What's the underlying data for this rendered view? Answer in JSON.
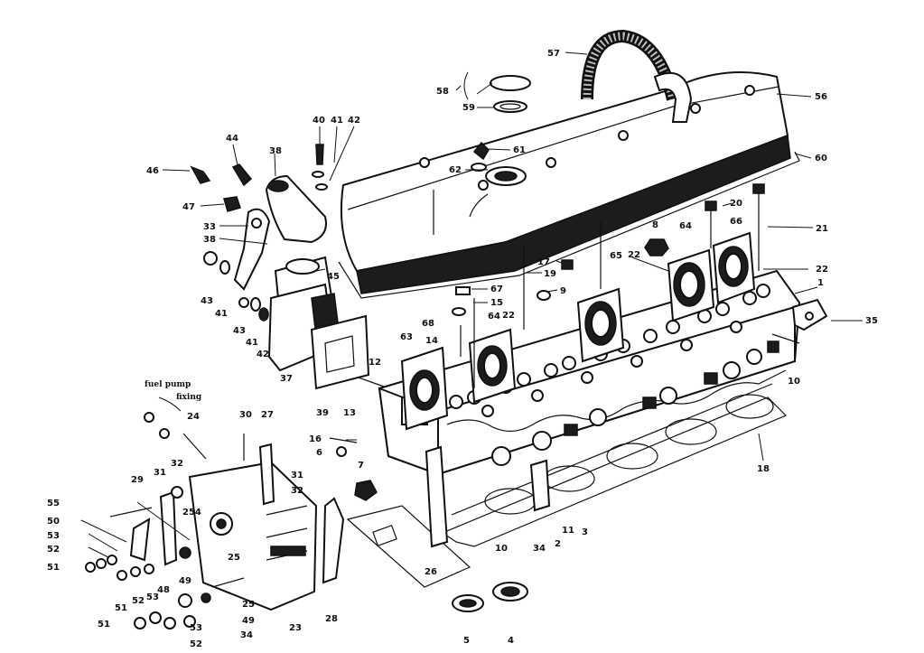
{
  "notes": {
    "fuel_pump_line1": "fuel pump",
    "fuel_pump_line2": "fixing"
  },
  "labels": [
    {
      "id": "l37top",
      "text": "57"
    },
    {
      "id": "l58",
      "text": "58"
    },
    {
      "id": "l59",
      "text": "59"
    },
    {
      "id": "l56",
      "text": "56"
    },
    {
      "id": "l60",
      "text": "60"
    },
    {
      "id": "l61",
      "text": "61"
    },
    {
      "id": "l62",
      "text": "62"
    },
    {
      "id": "l40",
      "text": "40"
    },
    {
      "id": "l41a",
      "text": "41"
    },
    {
      "id": "l42a",
      "text": "42"
    },
    {
      "id": "l44",
      "text": "44"
    },
    {
      "id": "l38a",
      "text": "38"
    },
    {
      "id": "l46",
      "text": "46"
    },
    {
      "id": "l47",
      "text": "47"
    },
    {
      "id": "l33a",
      "text": "33"
    },
    {
      "id": "l38b",
      "text": "38"
    },
    {
      "id": "l45",
      "text": "45"
    },
    {
      "id": "l43a",
      "text": "43"
    },
    {
      "id": "l41b",
      "text": "41"
    },
    {
      "id": "l43b",
      "text": "43"
    },
    {
      "id": "l41c",
      "text": "41"
    },
    {
      "id": "l42b",
      "text": "42"
    },
    {
      "id": "l37",
      "text": "37"
    },
    {
      "id": "l39",
      "text": "39"
    },
    {
      "id": "l13a",
      "text": "13"
    },
    {
      "id": "l12",
      "text": "12"
    },
    {
      "id": "l20",
      "text": "20"
    },
    {
      "id": "l21",
      "text": "21"
    },
    {
      "id": "l8",
      "text": "8"
    },
    {
      "id": "l64a",
      "text": "64"
    },
    {
      "id": "l66",
      "text": "66"
    },
    {
      "id": "l22a",
      "text": "22"
    },
    {
      "id": "l65",
      "text": "65"
    },
    {
      "id": "l22b",
      "text": "22"
    },
    {
      "id": "l17",
      "text": "17"
    },
    {
      "id": "l19",
      "text": "19"
    },
    {
      "id": "l67",
      "text": "67"
    },
    {
      "id": "l15",
      "text": "15"
    },
    {
      "id": "l9",
      "text": "9"
    },
    {
      "id": "l68",
      "text": "68"
    },
    {
      "id": "l64b",
      "text": "64"
    },
    {
      "id": "l22c",
      "text": "22"
    },
    {
      "id": "l14",
      "text": "14"
    },
    {
      "id": "l63",
      "text": "63"
    },
    {
      "id": "l1",
      "text": "1"
    },
    {
      "id": "l35",
      "text": "35"
    },
    {
      "id": "l10a",
      "text": "10"
    },
    {
      "id": "l16",
      "text": "16"
    },
    {
      "id": "l6",
      "text": "6"
    },
    {
      "id": "l7",
      "text": "7"
    },
    {
      "id": "l18",
      "text": "18"
    },
    {
      "id": "l2",
      "text": "2"
    },
    {
      "id": "l11",
      "text": "11"
    },
    {
      "id": "l3",
      "text": "3"
    },
    {
      "id": "l10b",
      "text": "10"
    },
    {
      "id": "l34a",
      "text": "34"
    },
    {
      "id": "l26",
      "text": "26"
    },
    {
      "id": "l5",
      "text": "5"
    },
    {
      "id": "l4",
      "text": "4"
    },
    {
      "id": "l24",
      "text": "24"
    },
    {
      "id": "l30",
      "text": "30"
    },
    {
      "id": "l27",
      "text": "27"
    },
    {
      "id": "l29",
      "text": "29"
    },
    {
      "id": "l31a",
      "text": "31"
    },
    {
      "id": "l32a",
      "text": "32"
    },
    {
      "id": "l31b",
      "text": "31"
    },
    {
      "id": "l32b",
      "text": "32"
    },
    {
      "id": "l55",
      "text": "55"
    },
    {
      "id": "l50",
      "text": "50"
    },
    {
      "id": "l53a",
      "text": "53"
    },
    {
      "id": "l52a",
      "text": "52"
    },
    {
      "id": "l51a",
      "text": "51"
    },
    {
      "id": "l254",
      "text": "254"
    },
    {
      "id": "l25a",
      "text": "25"
    },
    {
      "id": "l49a",
      "text": "49"
    },
    {
      "id": "l48",
      "text": "48"
    },
    {
      "id": "l51b",
      "text": "51"
    },
    {
      "id": "l52b",
      "text": "52"
    },
    {
      "id": "l53b",
      "text": "53"
    },
    {
      "id": "l25b",
      "text": "25"
    },
    {
      "id": "l49b",
      "text": "49"
    },
    {
      "id": "l23",
      "text": "23"
    },
    {
      "id": "l28",
      "text": "28"
    },
    {
      "id": "l51c",
      "text": "51"
    },
    {
      "id": "l53c",
      "text": "53"
    },
    {
      "id": "l34b",
      "text": "34"
    },
    {
      "id": "l52c",
      "text": "52"
    }
  ]
}
